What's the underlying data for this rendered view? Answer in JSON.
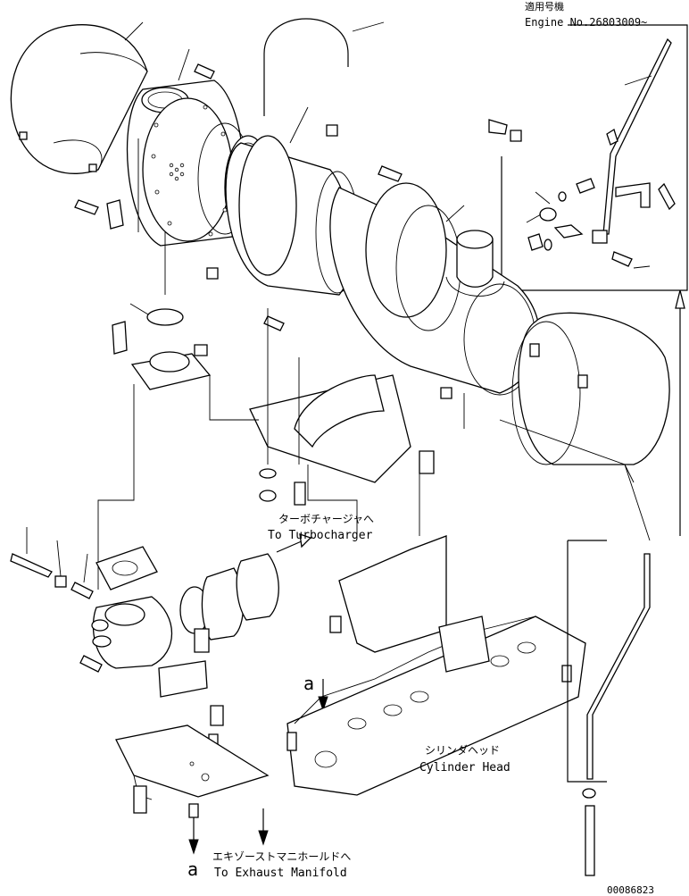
{
  "applicability": {
    "title_jp": "適用号機",
    "engine_no": "Engine No.26803009~"
  },
  "labels": {
    "turbo_jp": "ターボチャージャへ",
    "turbo_en": "To Turbocharger",
    "cylhead_jp": "シリンダヘッド",
    "cylhead_en": "Cylinder Head",
    "exhaust_jp": "エキゾーストマニホールドへ",
    "exhaust_en": "To Exhaust Manifold",
    "ref_a_top": "a",
    "ref_a_bottom": "a",
    "drawing_number": "00086823"
  }
}
